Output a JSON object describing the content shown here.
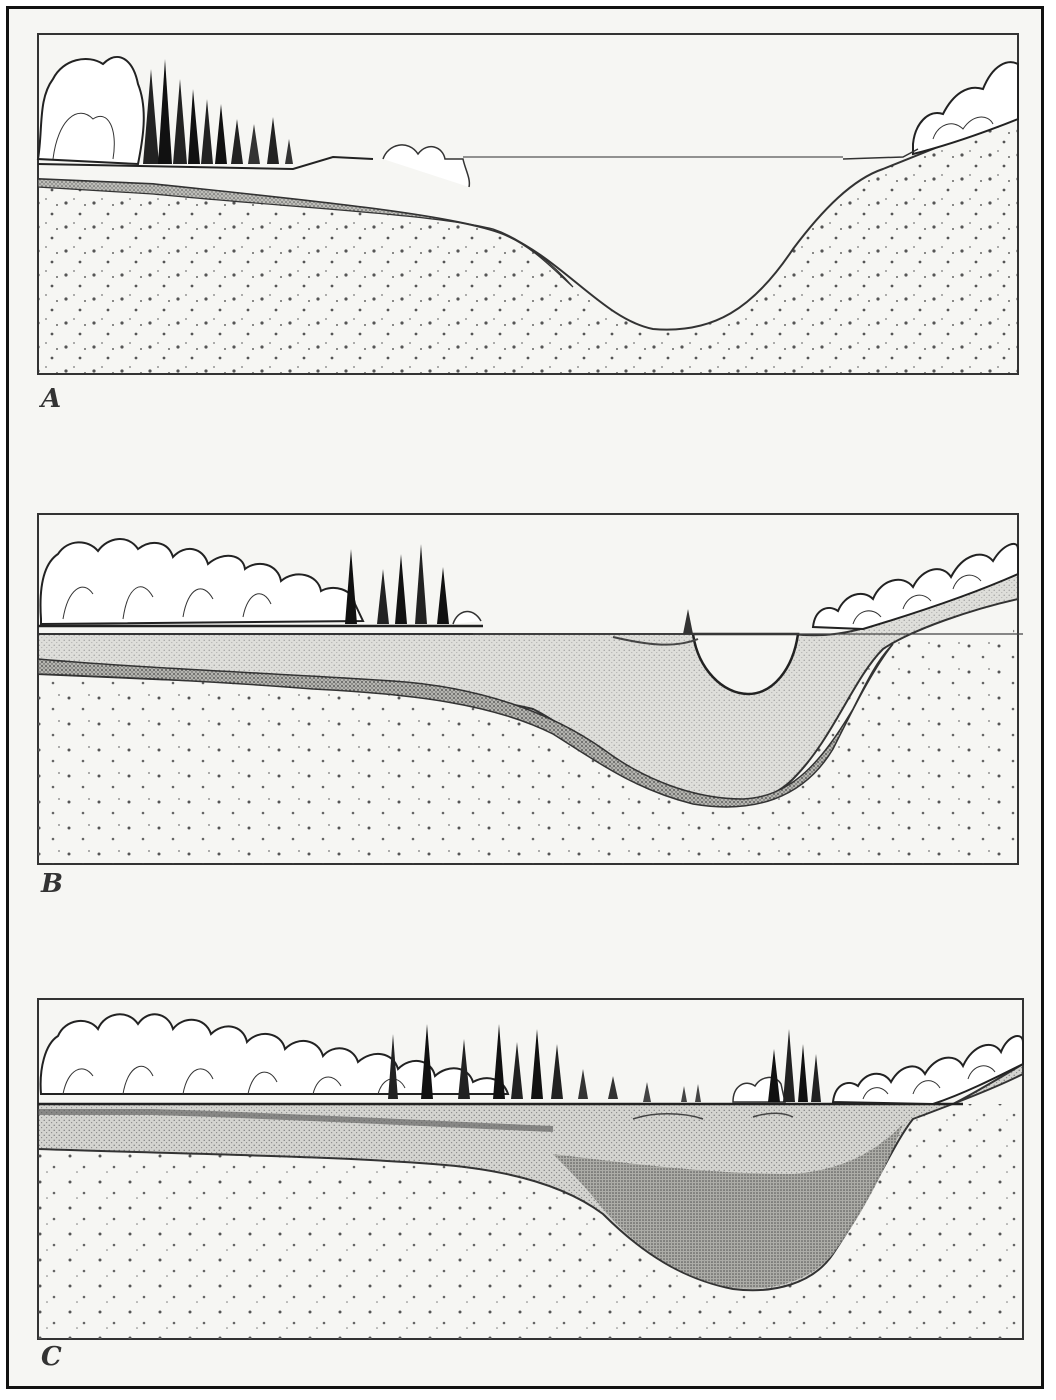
{
  "figure": {
    "panels": [
      {
        "label": "A"
      },
      {
        "label": "B"
      },
      {
        "label": "C"
      }
    ]
  },
  "colors": {
    "ink": "#222222",
    "paper": "#f6f6f3",
    "soil_dots": "#555555",
    "peat_fill": "#c8c8c4",
    "water": "#f6f6f3"
  }
}
